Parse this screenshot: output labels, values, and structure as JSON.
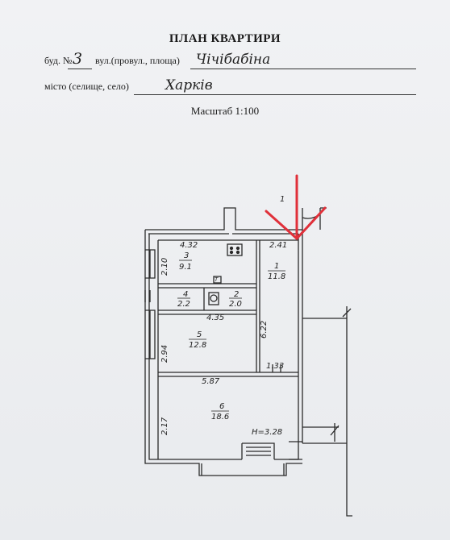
{
  "header": {
    "title": "ПЛАН КВАРТИРИ",
    "building_label": "буд. №",
    "building_number": "3",
    "street_label": "вул.(провул., площа)",
    "street_value": "Чічібабіна",
    "city_label": "місто (селище, село)",
    "city_value": "Харків",
    "scale": "Масштаб 1:100"
  },
  "plan": {
    "rooms": [
      {
        "number": "3",
        "area": "9.1"
      },
      {
        "number": "1",
        "area": "11.8"
      },
      {
        "number": "4",
        "area": "2.2"
      },
      {
        "number": "2",
        "area": "2.0"
      },
      {
        "number": "5",
        "area": "12.8"
      },
      {
        "number": "6",
        "area": "18.6"
      }
    ],
    "dimensions": {
      "d432": "4.32",
      "d241": "2.41",
      "d210": "2.10",
      "d435": "4.35",
      "d622": "6.22",
      "d294": "2.94",
      "d133": "1.33",
      "d587": "5.87",
      "d217": "2.17",
      "height": "H=3.28",
      "door1": "1"
    },
    "stair_label": "Т"
  },
  "annotation": {
    "arrow_color": "#e0303a"
  }
}
